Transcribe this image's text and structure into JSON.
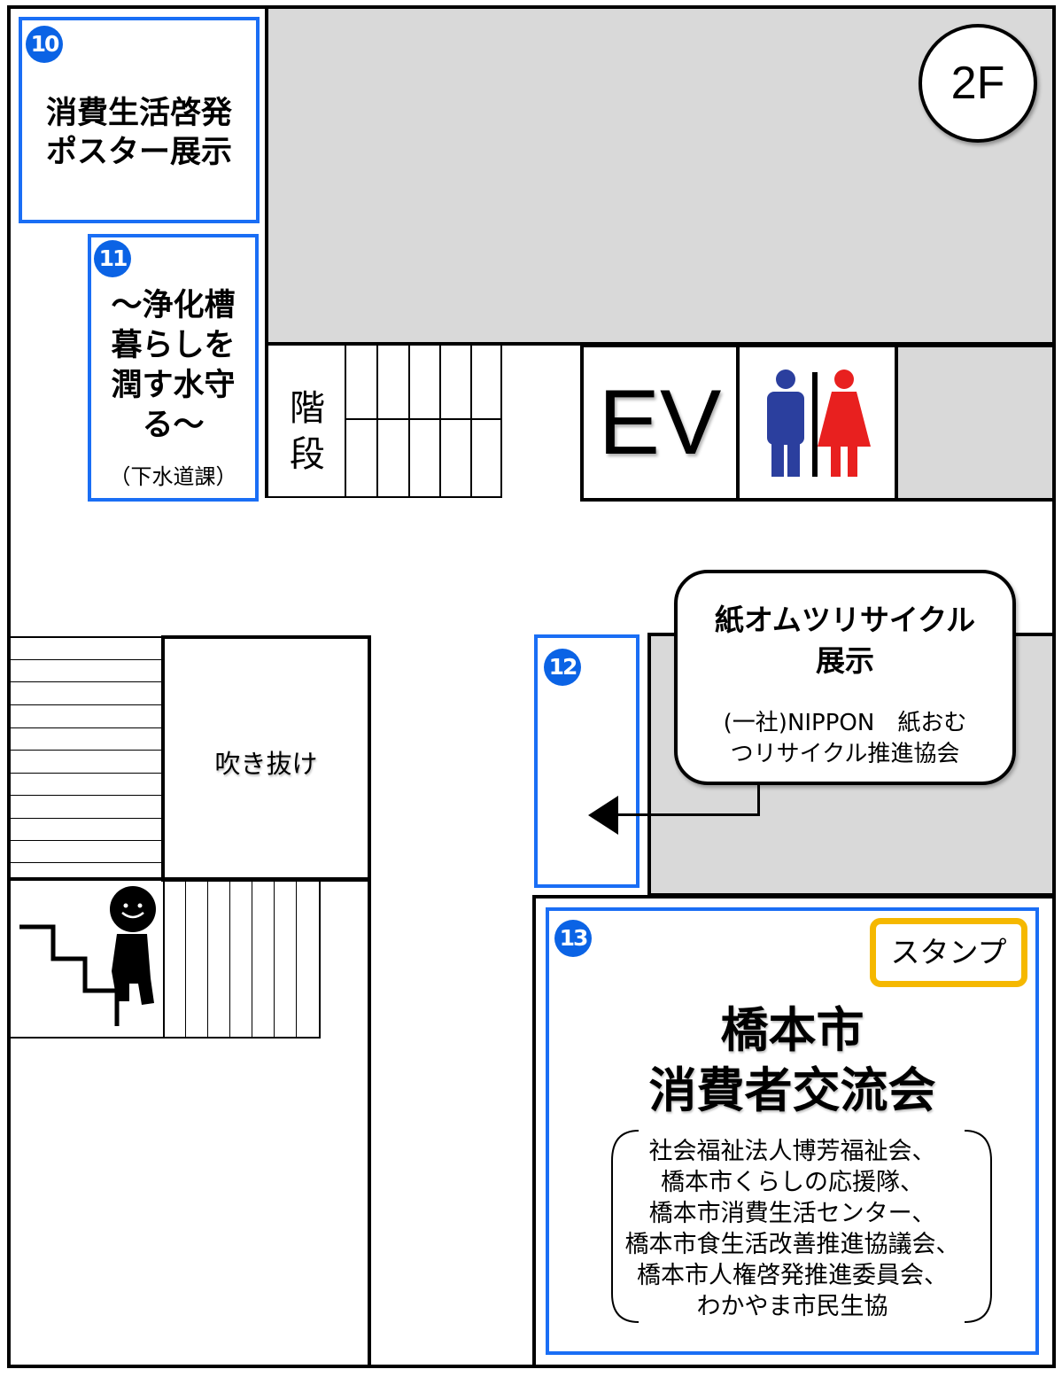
{
  "floor": {
    "label": "2F"
  },
  "booths": {
    "b10": {
      "number": "10",
      "title_line1": "消費生活啓発",
      "title_line2": "ポスター展示"
    },
    "b11": {
      "number": "11",
      "title_line1": "～浄化槽",
      "title_line2": "暮らしを",
      "title_line3": "潤す水守",
      "title_line4": "る～",
      "org": "（下水道課）"
    },
    "b12": {
      "number": "12"
    },
    "b13": {
      "number": "13",
      "stamp": "スタンプ",
      "title_line1": "橋本市",
      "title_line2": "消費者交流会",
      "orgs": [
        "社会福祉法人博芳福祉会、",
        "橋本市くらしの応援隊、",
        "橋本市消費生活センター、",
        "橋本市食生活改善推進協議会、",
        "橋本市人権啓発推進委員会、",
        "わかやま市民生協"
      ]
    }
  },
  "callout": {
    "title_line1": "紙オムツリサイクル",
    "title_line2": "展示",
    "org_line1": "(一社)NIPPON　紙おむ",
    "org_line2": "つリサイクル推進協会"
  },
  "facilities": {
    "stairs_line1": "階",
    "stairs_line2": "段",
    "elevator": "EV",
    "atrium": "吹き抜け",
    "restroom_icon": "restroom-icon",
    "stairs_icon": "person-on-stairs-icon"
  },
  "colors": {
    "booth_border": "#1a6ef5",
    "booth_number_bg": "#0b63e5",
    "stamp_border": "#f5b800",
    "gray_area": "#d9d9d9",
    "male": "#2b3f9e",
    "female": "#e8201f"
  }
}
